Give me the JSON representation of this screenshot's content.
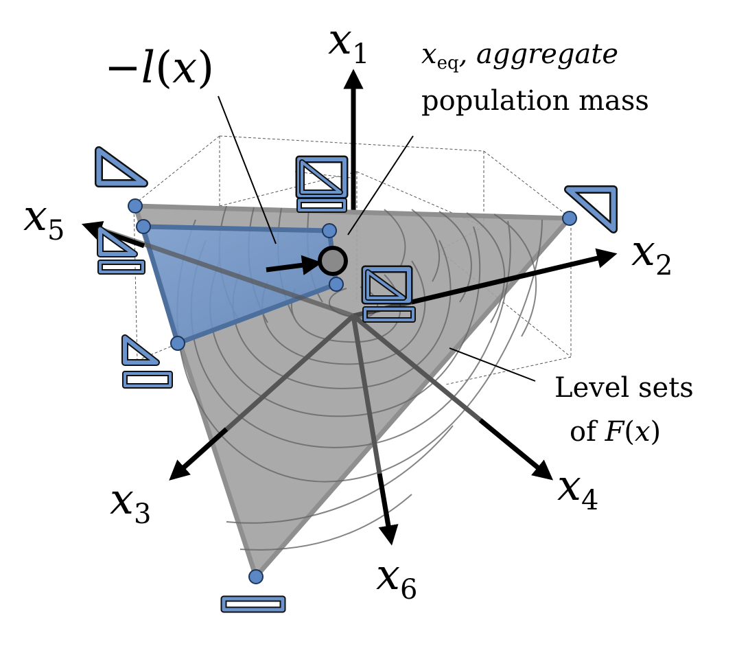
{
  "axes": {
    "x1": {
      "base": "x",
      "sub": "1"
    },
    "x2": {
      "base": "x",
      "sub": "2"
    },
    "x3": {
      "base": "x",
      "sub": "3"
    },
    "x4": {
      "base": "x",
      "sub": "4"
    },
    "x5": {
      "base": "x",
      "sub": "5"
    },
    "x6": {
      "base": "x",
      "sub": "6"
    }
  },
  "labels": {
    "neg_l": {
      "prefix": "−",
      "fn": "l",
      "open": "(",
      "var": "x",
      "close": ")"
    },
    "xeq": {
      "base": "x",
      "sub": "eq",
      "rest": ", aggregate",
      "line2": "population mass"
    },
    "level_sets": {
      "line1": "Level sets",
      "line2_prefix": "of ",
      "fn": "F",
      "open": "(",
      "var": "x",
      "close": ")"
    }
  },
  "colors": {
    "simplex_fill": "#a3a3a3",
    "simplex_edge": "#8c8c8c",
    "region_fill": "#6f95c9",
    "region_edge": "#4d6f9e",
    "vertex_dot": "#5b87c4",
    "icon_blue": "#6b93cc",
    "arrow": "#000000"
  }
}
